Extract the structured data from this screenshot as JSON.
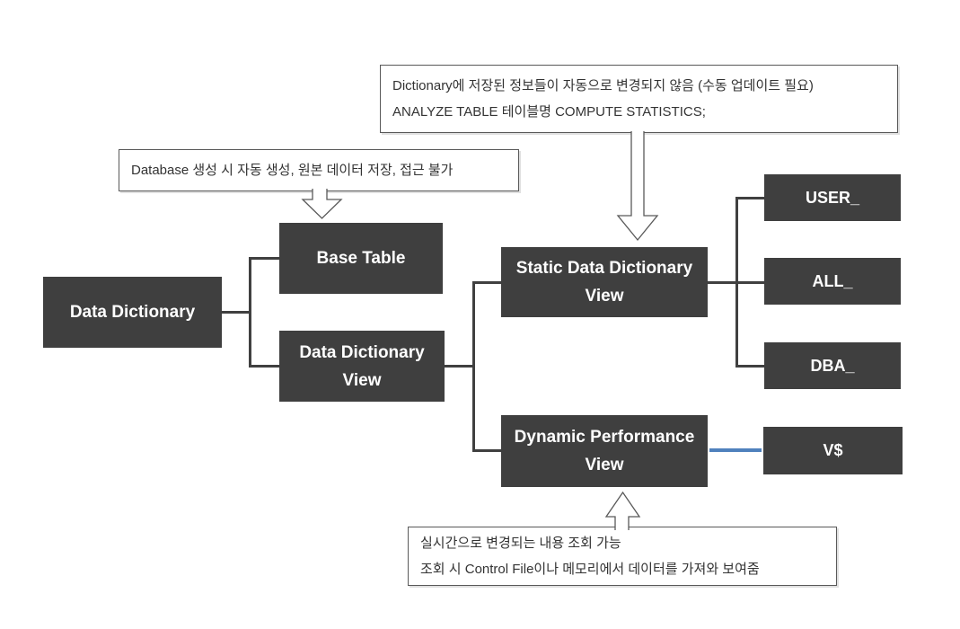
{
  "diagram_title": "Oracle Data Dictionary structure diagram",
  "colors": {
    "node_fill": "#3f3f3f",
    "node_text": "#ffffff",
    "connector": "#404040",
    "highlight_connector": "#4f81bd",
    "annotation_border": "#595959",
    "annotation_text": "#333333",
    "background": "#ffffff"
  },
  "nodes": {
    "data_dictionary": {
      "label": "Data Dictionary"
    },
    "base_table": {
      "label": "Base Table"
    },
    "data_dictionary_view": {
      "line1": "Data Dictionary",
      "line2": "View"
    },
    "static_view": {
      "line1": "Static Data Dictionary",
      "line2": "View"
    },
    "dynamic_view": {
      "line1": "Dynamic Performance",
      "line2": "View"
    },
    "user_prefix": {
      "label": "USER_"
    },
    "all_prefix": {
      "label": "ALL_"
    },
    "dba_prefix": {
      "label": "DBA_"
    },
    "v_dollar": {
      "label": "V$"
    }
  },
  "annotations": {
    "static_note": {
      "line1": "Dictionary에 저장된 정보들이 자동으로 변경되지 않음 (수동 업데이트 필요)",
      "line2": "ANALYZE TABLE 테이블명 COMPUTE STATISTICS;"
    },
    "base_table_note": {
      "line1": "Database 생성 시 자동 생성, 원본 데이터 저장, 접근 불가"
    },
    "dynamic_note": {
      "line1": "실시간으로 변경되는 내용 조회 가능",
      "line2": "조회 시 Control File이나 메모리에서 데이터를 가져와 보여줌"
    }
  }
}
